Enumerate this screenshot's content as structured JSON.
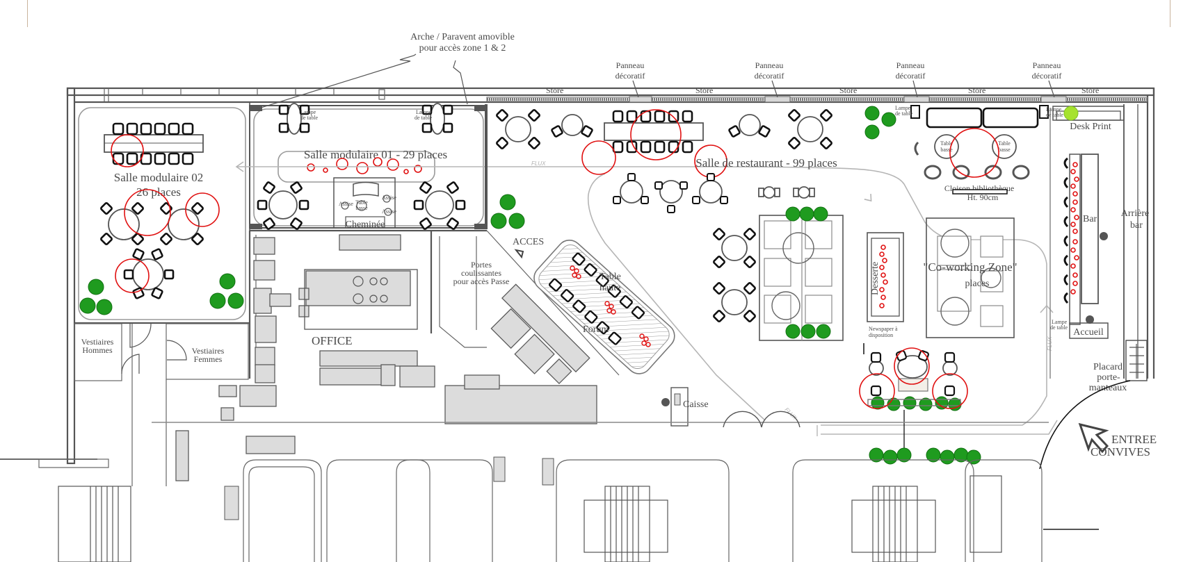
{
  "plan": {
    "annotation_top": [
      "Arche / Paravent amovible",
      "pour accès zone 1 & 2"
    ],
    "panneau_labels": [
      [
        "Panneau",
        "décoratif"
      ],
      [
        "Panneau",
        "décoratif"
      ],
      [
        "Panneau",
        "décoratif"
      ],
      [
        "Panneau",
        "décoratif"
      ]
    ],
    "store_label": "Store",
    "rooms": {
      "salle_02": [
        "Salle modulaire 02",
        "26 places"
      ],
      "salle_01": "Salle modulaire 01 -  29 places",
      "restaurant": "Salle de restaurant - 99 places",
      "coworking": [
        "\"Co-working Zone\"",
        "places"
      ],
      "office": "OFFICE",
      "vestiaires_hommes": [
        "Vestiaires",
        "Hommes"
      ],
      "vestiaires_femmes": [
        "Vestiaires",
        "Femmes"
      ],
      "bar": "Bar",
      "arriere_bar": [
        "Arrière",
        "bar"
      ]
    },
    "labels": {
      "cheminee": "Cheminée",
      "acces": "ACCES",
      "portes": [
        "Portes",
        "coulissantes",
        "pour accès Passe"
      ],
      "table_haute": [
        "Table",
        "haute"
      ],
      "forum": "Forum",
      "caisse": "Caisse",
      "desserte": "Desserte",
      "newspaper": [
        "Newspaper à",
        "disposition"
      ],
      "cloison": [
        "Cloison bibliothèque",
        "Ht. 90cm"
      ],
      "table_basse": [
        "Table",
        "basse"
      ],
      "lampe_de_table": [
        "Lampe",
        "de table"
      ],
      "desk_print": "Desk Print",
      "accueil": "Accueil",
      "placard": [
        "Placard",
        "porte-",
        "manteaux"
      ],
      "entree": [
        "ENTREE",
        "CONVIVES"
      ],
      "assise": "Assise",
      "flux": "FLUX"
    },
    "colors": {
      "wall": "#555555",
      "accent_red": "#e01010",
      "plant_green": "#1f9b1f",
      "page_rule": "#c9b39d"
    }
  }
}
